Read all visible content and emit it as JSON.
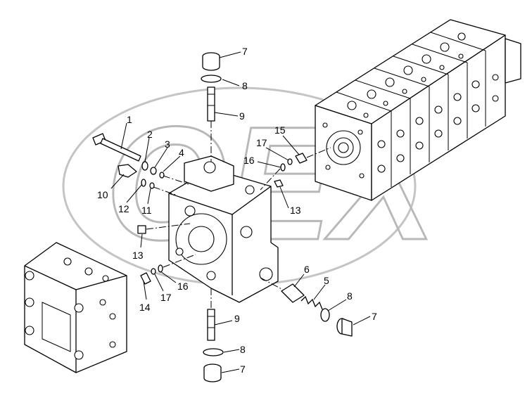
{
  "watermark": {
    "text": "OEX",
    "color": "#b8b8b8"
  },
  "callouts": [
    {
      "id": "c1",
      "label": "1"
    },
    {
      "id": "c2",
      "label": "2"
    },
    {
      "id": "c3",
      "label": "3"
    },
    {
      "id": "c4",
      "label": "4"
    },
    {
      "id": "c10",
      "label": "10"
    },
    {
      "id": "c12",
      "label": "12"
    },
    {
      "id": "c11",
      "label": "11"
    },
    {
      "id": "c7a",
      "label": "7"
    },
    {
      "id": "c8a",
      "label": "8"
    },
    {
      "id": "c9a",
      "label": "9"
    },
    {
      "id": "c15",
      "label": "15"
    },
    {
      "id": "c17a",
      "label": "17"
    },
    {
      "id": "c16a",
      "label": "16"
    },
    {
      "id": "c13a",
      "label": "13"
    },
    {
      "id": "c13b",
      "label": "13"
    },
    {
      "id": "c16b",
      "label": "16"
    },
    {
      "id": "c14",
      "label": "14"
    },
    {
      "id": "c17b",
      "label": "17"
    },
    {
      "id": "c6",
      "label": "6"
    },
    {
      "id": "c5",
      "label": "5"
    },
    {
      "id": "c8b",
      "label": "8"
    },
    {
      "id": "c7b",
      "label": "7"
    },
    {
      "id": "c9b",
      "label": "9"
    },
    {
      "id": "c8c",
      "label": "8"
    },
    {
      "id": "c7c",
      "label": "7"
    }
  ]
}
